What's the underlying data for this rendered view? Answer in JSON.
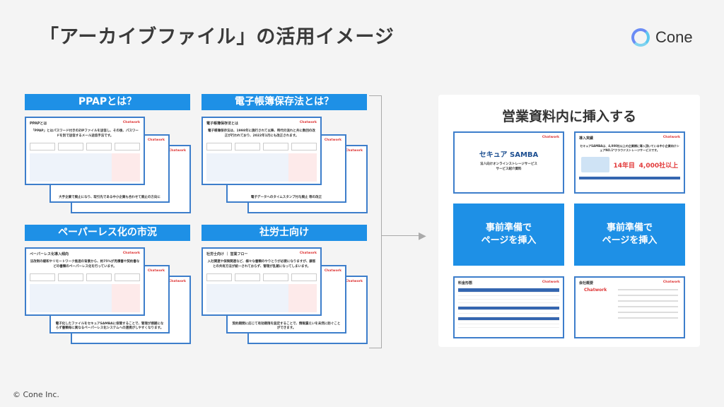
{
  "header": {
    "title": "「アーカイブファイル」の活用イメージ",
    "brand": "Cone"
  },
  "footer": {
    "copyright": "© Cone Inc."
  },
  "groups": [
    {
      "heading": "PPAPとは？",
      "slide_title": "PPAPとは",
      "slide_text": "「PPAP」とはパスワード付きのZIPファイルを送信し、その後、パスワードを別で送信するメール送信手法です。",
      "slide_footer": "大手企業で廃止になり、取引先である中小企業も合わせて廃止の方向に"
    },
    {
      "heading": "電子帳簿保存法とは？",
      "slide_title": "電子帳簿保存法とは",
      "slide_text": "電子帳簿保存法は、1998年に施行されて以降、時代の流れと共に数回の改正が行われており、2022年1月にも改正されます。",
      "slide_footer": "電子データへのタイムスタンプ付与廃止 等の改正"
    },
    {
      "heading": "ペーパーレス化の市況",
      "slide_title": "ペーパーレス化導入傾向",
      "slide_text": "法改制の緩和やリモートワーク推進の背景から、約75%が見積書や契約書などの書類のペーパーレス化を行っています。",
      "slide_footer": "電子化したファイルをセキュアSAMBAに保管することで、管理が煩雑にならず書類毎に異なるペーパーレス化システムへの連携がしやすくなります。"
    },
    {
      "heading": "社労士向け",
      "slide_title": "社労士向け ｜ 営業フロー",
      "slide_text": "入社関連や保険関連など、様々な書類のやりとりが必要になりますが、顧客との共有方法が統一されておらず、管理が乱雑になってしまいます。",
      "slide_footer": "契約期間に応じて有効期限を設定することで、情報漏えいを未然に防ぐことができます。"
    }
  ],
  "chatwork_label": "Chatwork",
  "panel": {
    "title": "営業資料内に挿入する",
    "cover": {
      "brand": "セキュア SAMBA",
      "line1": "法人向けオンラインストレージサービス",
      "line2": "サービス紹介資料"
    },
    "results": {
      "title": "導入実績",
      "text": "セキュアSAMBAは、4,000社以上の企業様に導入頂いている中小企業向けシェアNO.1*クラウドストレージサービスです。",
      "stat1": "14年目",
      "stat2": "4,000社以上"
    },
    "insert_label_1": "事前準備で\nページを挿入",
    "insert_label_2": "事前準備で\nページを挿入",
    "pricing": {
      "title": "料金形態"
    },
    "company": {
      "title": "会社概要"
    }
  }
}
